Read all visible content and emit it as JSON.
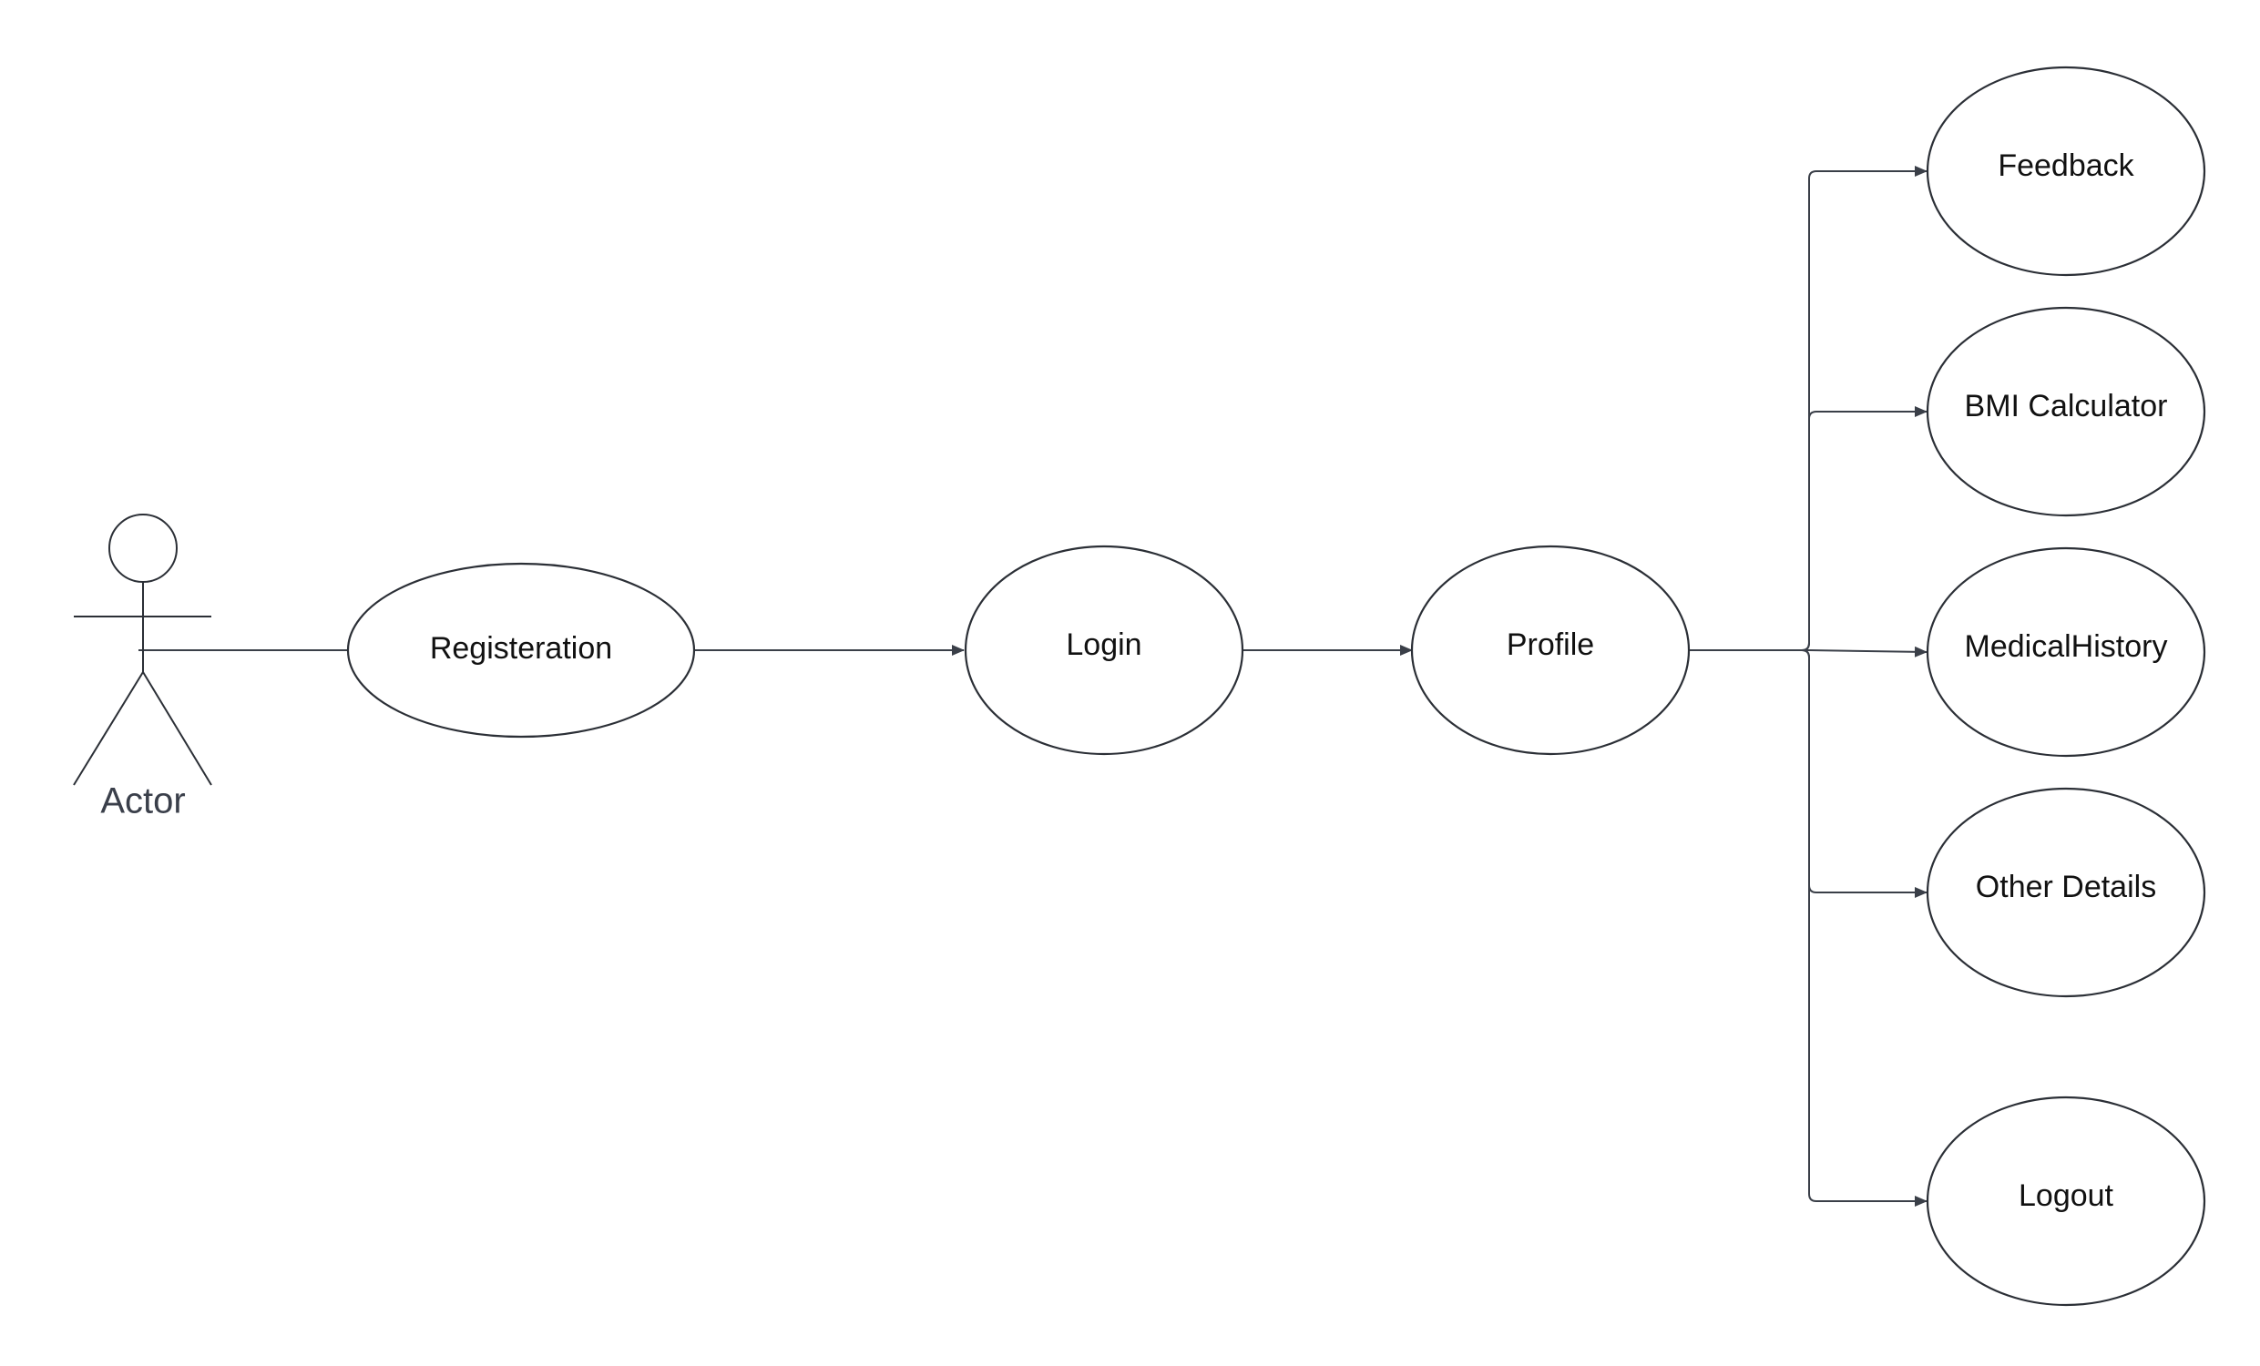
{
  "diagram": {
    "actor": {
      "label": "Actor"
    },
    "nodes": {
      "registeration": "Registeration",
      "login": "Login",
      "profile": "Profile",
      "feedback": "Feedback",
      "bmi": "BMI Calculator",
      "medical": "MedicalHistory",
      "other": "Other Details",
      "logout": "Logout"
    },
    "edges": [
      {
        "from": "actor",
        "to": "registeration",
        "arrow": false
      },
      {
        "from": "registeration",
        "to": "login",
        "arrow": true
      },
      {
        "from": "login",
        "to": "profile",
        "arrow": true
      },
      {
        "from": "profile",
        "to": "feedback",
        "arrow": true
      },
      {
        "from": "profile",
        "to": "bmi",
        "arrow": true
      },
      {
        "from": "profile",
        "to": "medical",
        "arrow": true
      },
      {
        "from": "profile",
        "to": "other",
        "arrow": true
      },
      {
        "from": "profile",
        "to": "logout",
        "arrow": true
      }
    ],
    "colors": {
      "stroke": "#2b2f36",
      "edge": "#3a3f48",
      "text": "#111111",
      "actor_text": "#3a3f4a",
      "background": "#ffffff"
    }
  }
}
